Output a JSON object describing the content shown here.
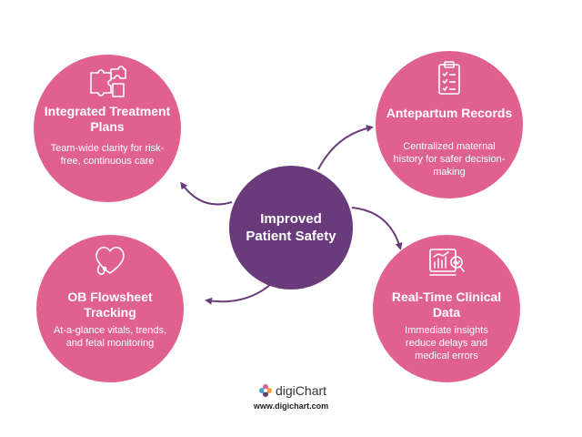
{
  "center": {
    "title": "Improved Patient Safety",
    "color": "#6a3b7b"
  },
  "bubble_color": "#e0608f",
  "bubbles": [
    {
      "icon": "puzzle-icon",
      "title": "Integrated Treatment Plans",
      "desc": "Team-wide clarity for risk-free, continuous care"
    },
    {
      "icon": "clipboard-checklist-icon",
      "title": "Antepartum Records",
      "desc": "Centralized maternal history for safer decision-making"
    },
    {
      "icon": "heart-stethoscope-icon",
      "title": "OB Flowsheet Tracking",
      "desc": "At-a-glance vitals, trends, and fetal monitoring"
    },
    {
      "icon": "analytics-chart-icon",
      "title": "Real-Time Clinical Data",
      "desc": "Immediate insights reduce delays and medical errors"
    }
  ],
  "footer": {
    "logo_text": "digiChart",
    "url": "www.digichart.com"
  }
}
